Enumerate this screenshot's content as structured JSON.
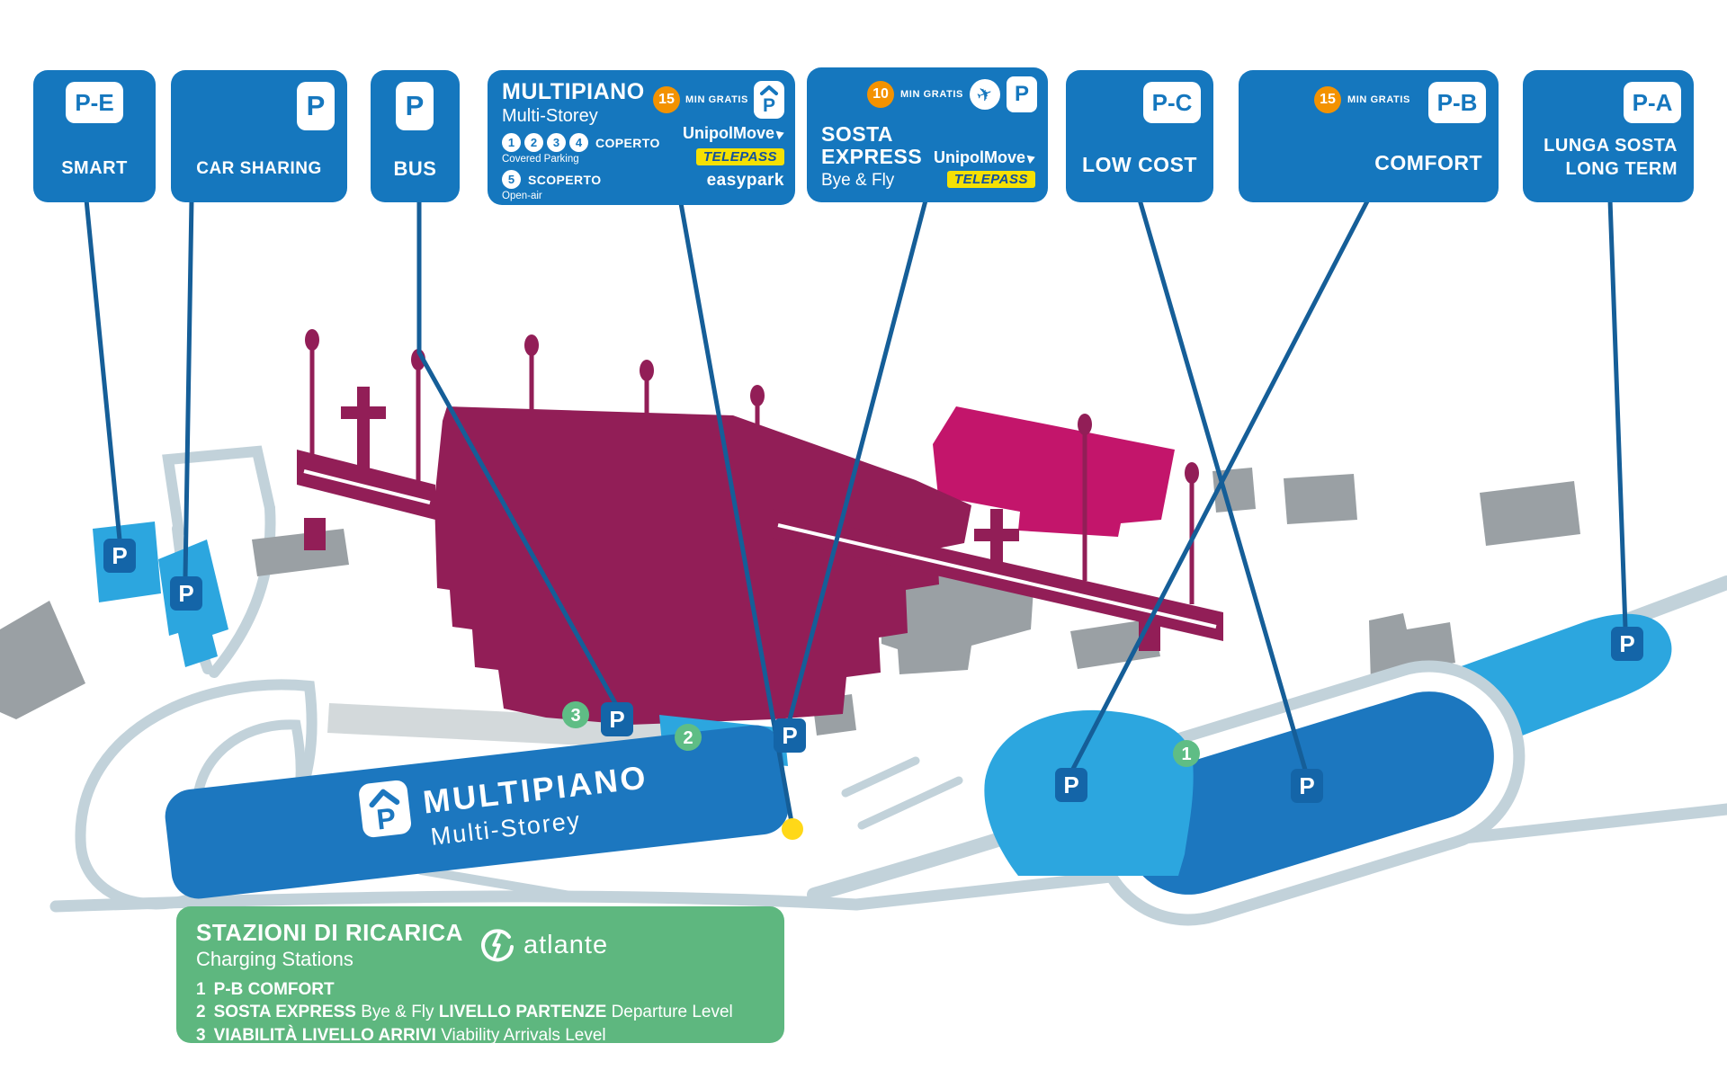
{
  "colors": {
    "sign_blue": "#1577BE",
    "marker_blue": "#1465A8",
    "line_blue": "#155E98",
    "cyan_lot": "#2CA6DF",
    "primary_lot": "#1C77BF",
    "terminal": "#921E57",
    "pink_building": "#C3156B",
    "road": "#C2D2DA",
    "walkway": "#D3D9DB",
    "building_gray": "#9AA0A4",
    "marker_green": "#5FBD85",
    "legend_green": "#5EB77F",
    "orange": "#F39200",
    "dot_yellow": "#FFD818",
    "telepass_yellow": "#F5E003",
    "telepass_blue": "#10509F"
  },
  "icons": {
    "parking_letter": "P",
    "plane": "✈"
  },
  "signs": {
    "smart": {
      "badge": "P-E",
      "label": "SMART"
    },
    "car_sharing": {
      "badge": "P",
      "label": "CAR SHARING"
    },
    "bus": {
      "badge": "P",
      "label": "BUS"
    },
    "multipiano": {
      "title": "MULTIPIANO",
      "subtitle": "Multi-Storey",
      "free_minutes": "15",
      "min_gratis": "MIN GRATIS",
      "covered_levels": [
        "1",
        "2",
        "3",
        "4"
      ],
      "coperto": "COPERTO",
      "covered": "Covered Parking",
      "open_level": "5",
      "scoperto": "SCOPERTO",
      "open_air": "Open-air",
      "unipolmove": "UnipolMove",
      "telepass": "TELEPASS",
      "easypark": "easypark"
    },
    "sosta_express": {
      "free_minutes": "10",
      "min_gratis": "MIN GRATIS",
      "title_line1": "SOSTA",
      "title_line2": "EXPRESS",
      "subtitle": "Bye & Fly",
      "unipolmove": "UnipolMove",
      "telepass": "TELEPASS"
    },
    "low_cost": {
      "badge": "P-C",
      "label": "LOW COST"
    },
    "comfort": {
      "badge": "P-B",
      "label": "COMFORT",
      "free_minutes": "15",
      "min_gratis": "MIN GRATIS"
    },
    "long_term": {
      "badge": "P-A",
      "label_line1": "LUNGA SOSTA",
      "label_line2": "LONG TERM"
    }
  },
  "map": {
    "banner": {
      "title": "MULTIPIANO",
      "subtitle": "Multi-Storey"
    },
    "markers": {
      "p": "P",
      "station1": "1",
      "station2": "2",
      "station3": "3"
    }
  },
  "legend": {
    "title": "STAZIONI DI RICARICA",
    "subtitle": "Charging Stations",
    "brand": "atlante",
    "items": [
      {
        "num": "1",
        "segments": [
          {
            "text": "P-B COMFORT",
            "bold": true
          }
        ]
      },
      {
        "num": "2",
        "segments": [
          {
            "text": "SOSTA EXPRESS",
            "bold": true
          },
          {
            "text": " Bye & Fly ",
            "bold": false
          },
          {
            "text": "LIVELLO PARTENZE",
            "bold": true
          },
          {
            "text": " Departure Level",
            "bold": false
          }
        ]
      },
      {
        "num": "3",
        "segments": [
          {
            "text": "VIABILITÀ LIVELLO ARRIVI",
            "bold": true
          },
          {
            "text": " Viability Arrivals Level",
            "bold": false
          }
        ]
      }
    ]
  }
}
